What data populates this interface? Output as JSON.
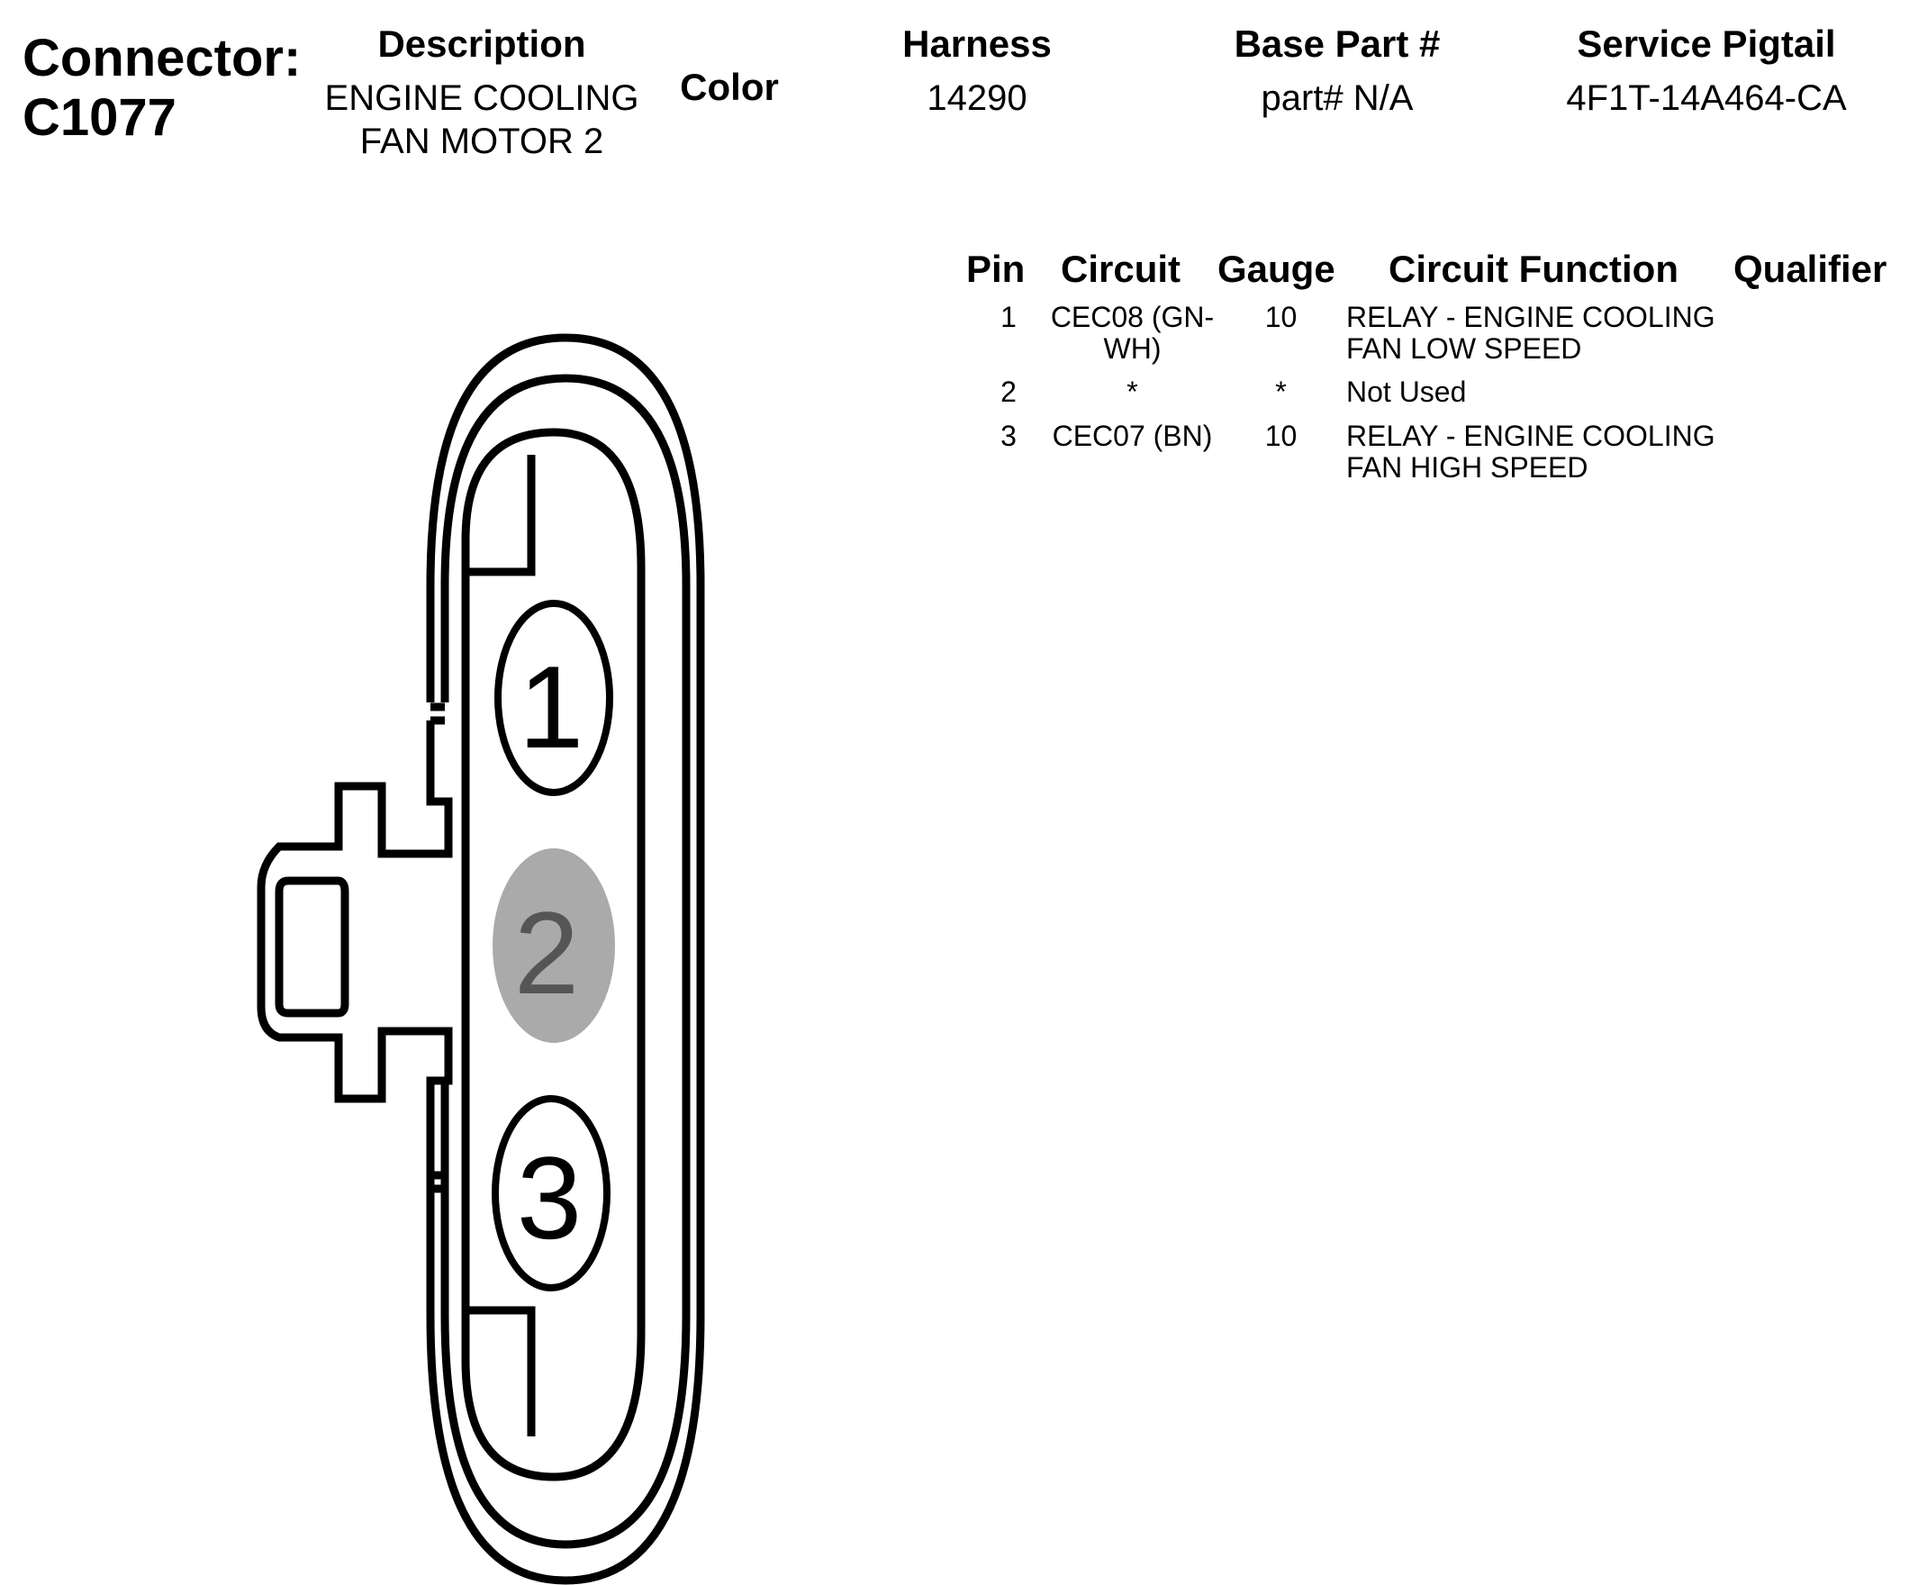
{
  "connector": {
    "label": "Connector:",
    "id": "C1077"
  },
  "header": {
    "description_label": "Description",
    "description_line1": "ENGINE COOLING",
    "description_line2": "FAN MOTOR 2",
    "color_label": "Color",
    "harness_label": "Harness",
    "harness_value": "14290",
    "base_part_label": "Base Part #",
    "base_part_value": "part# N/A",
    "service_pigtail_label": "Service Pigtail",
    "service_pigtail_value": "4F1T-14A464-CA"
  },
  "pin_table": {
    "columns": [
      "Pin",
      "Circuit",
      "Gauge",
      "Circuit Function",
      "Qualifier"
    ],
    "rows": [
      {
        "pin": "1",
        "circuit_l1": "CEC08 (GN-",
        "circuit_l2": "WH)",
        "gauge": "10",
        "func_l1": "RELAY - ENGINE COOLING",
        "func_l2": "FAN LOW SPEED"
      },
      {
        "pin": "2",
        "circuit_l1": "*",
        "circuit_l2": "",
        "gauge": "*",
        "func_l1": "Not Used",
        "func_l2": ""
      },
      {
        "pin": "3",
        "circuit_l1": "CEC07 (BN)",
        "circuit_l2": "",
        "gauge": "10",
        "func_l1": "RELAY - ENGINE COOLING",
        "func_l2": "FAN HIGH SPEED"
      }
    ]
  },
  "diagram": {
    "pin_labels": [
      "1",
      "2",
      "3"
    ],
    "unused_pin_color": "#aaaaaa",
    "unused_pin_text_color": "#555555",
    "outline_color": "#000000"
  }
}
